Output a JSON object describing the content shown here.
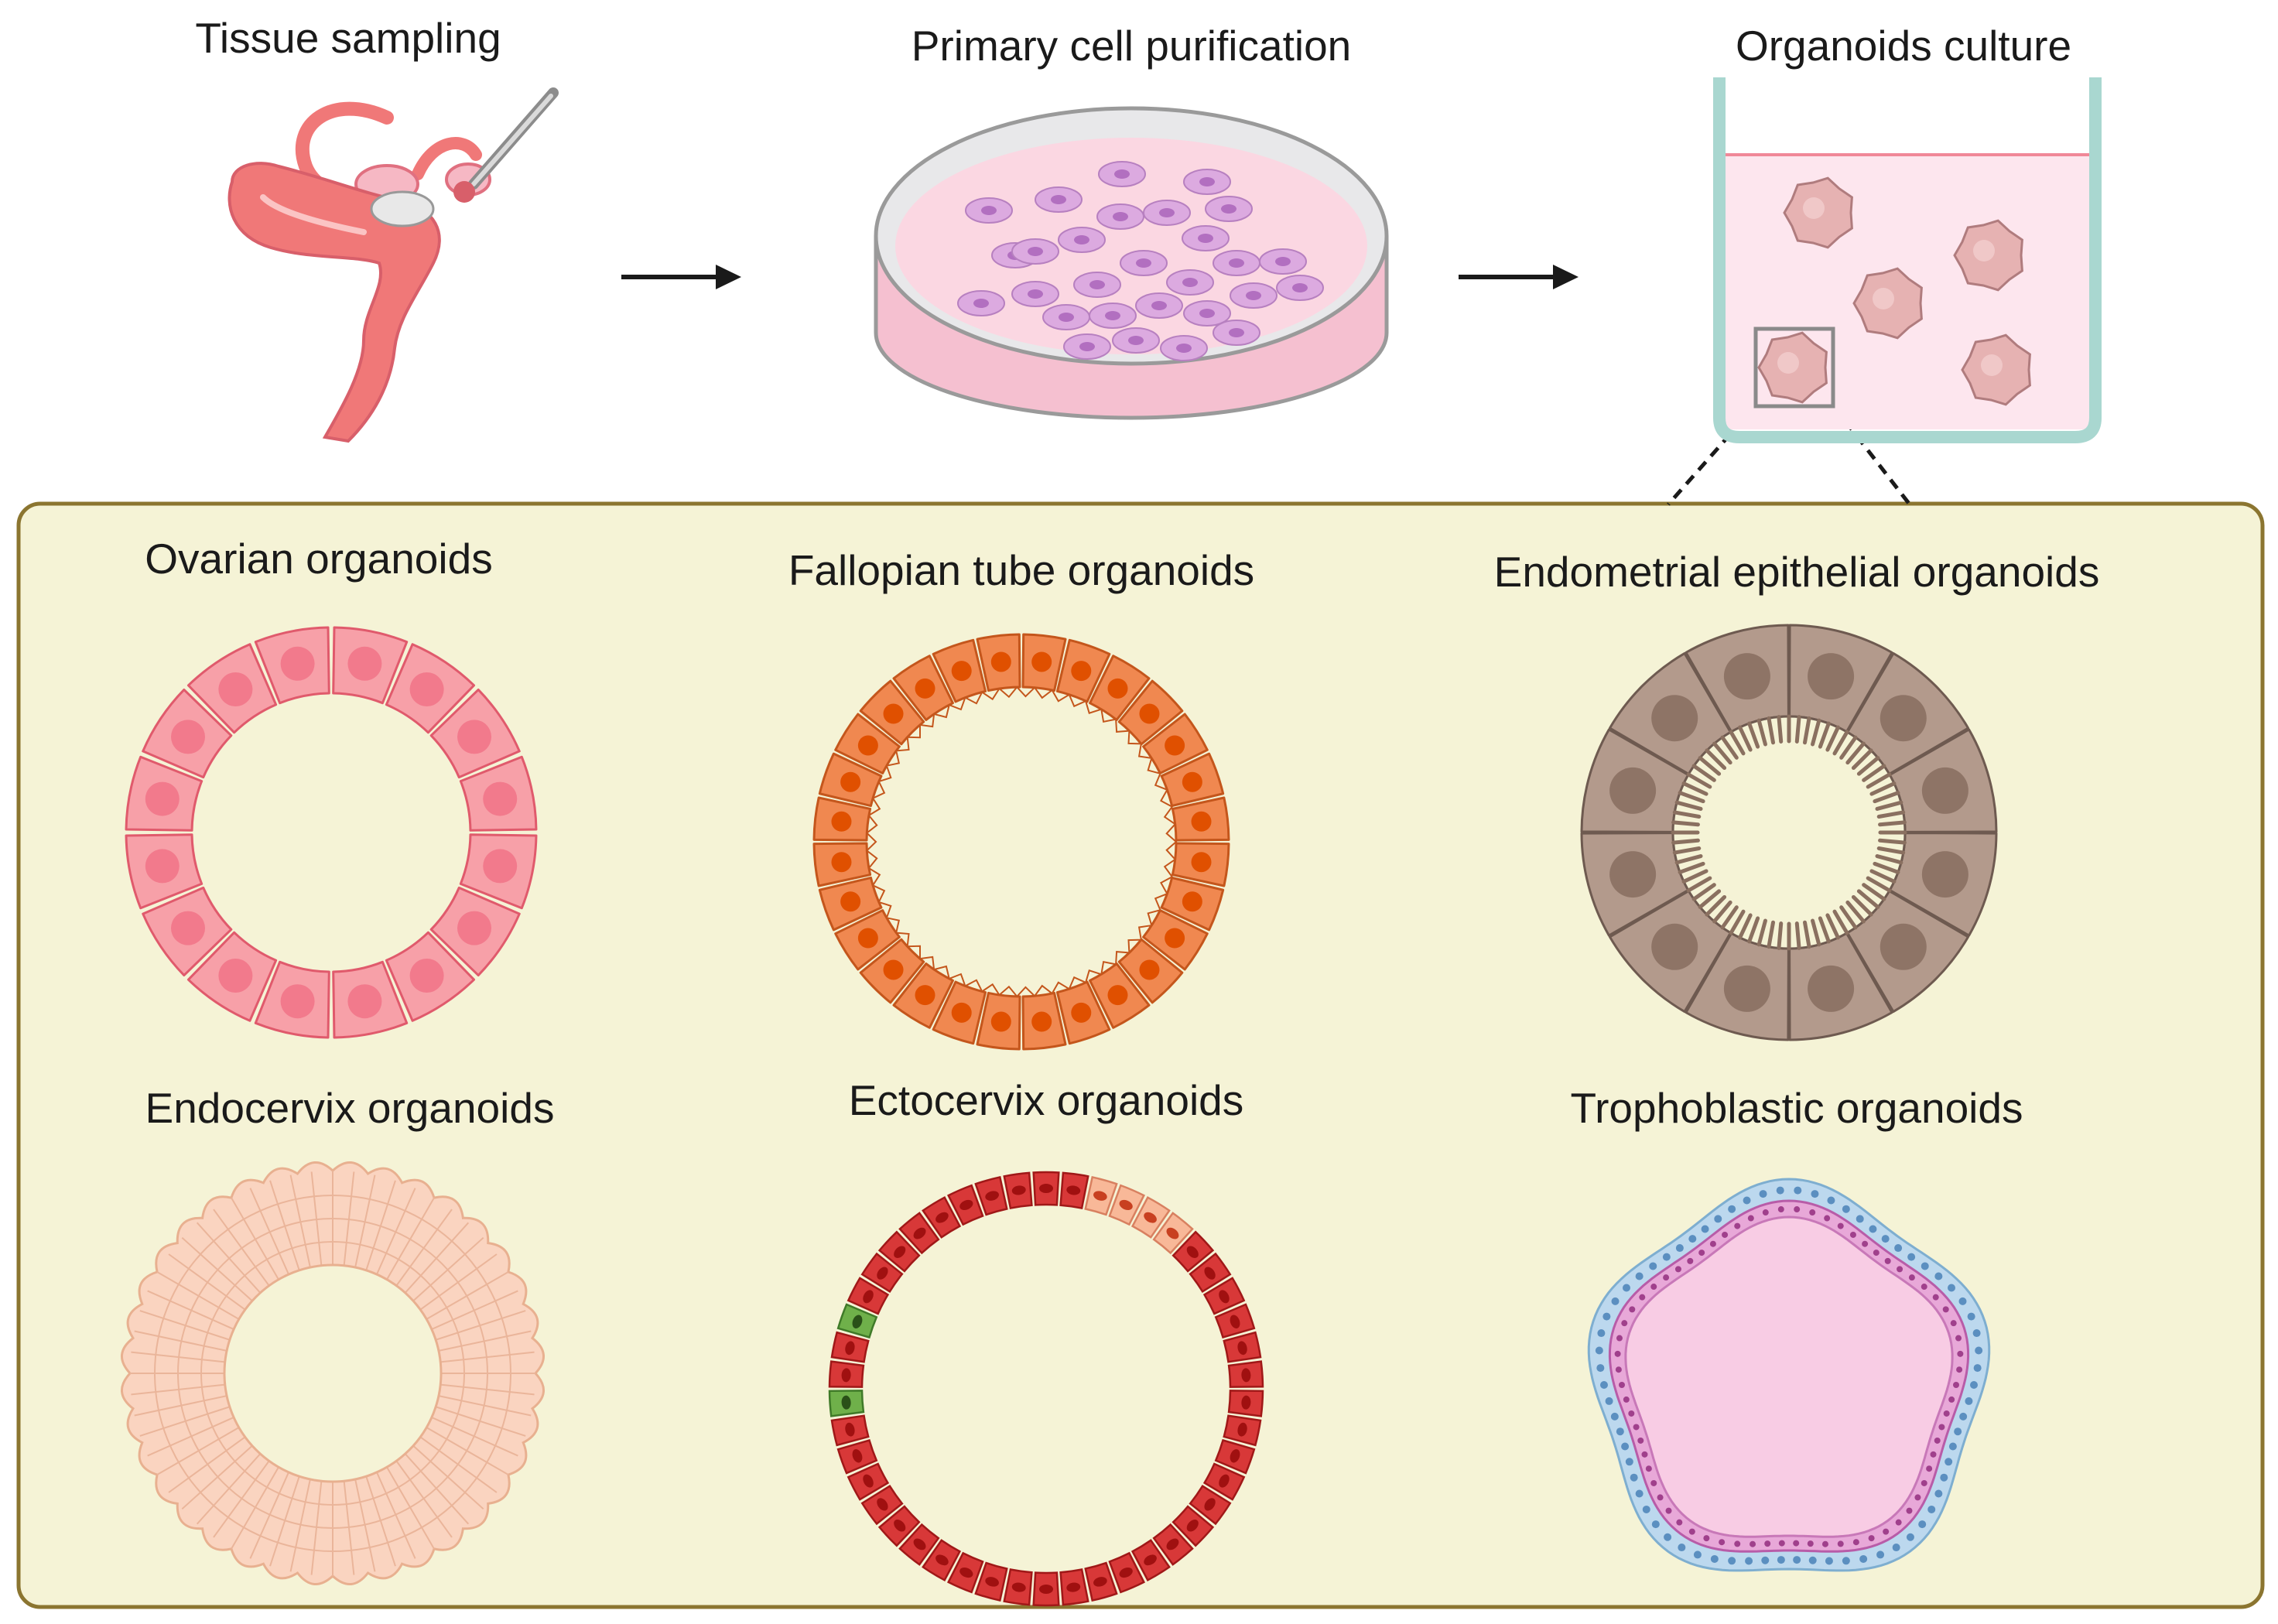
{
  "steps": [
    {
      "label": "Tissue sampling"
    },
    {
      "label": "Primary cell purification"
    },
    {
      "label": "Organoids culture"
    }
  ],
  "organoids": [
    {
      "label": "Ovarian organoids"
    },
    {
      "label": "Fallopian tube organoids"
    },
    {
      "label": "Endometrial epithelial organoids"
    },
    {
      "label": "Endocervix organoids"
    },
    {
      "label": "Ectocervix organoids"
    },
    {
      "label": "Trophoblastic organoids"
    }
  ],
  "colors": {
    "panel_fill": "#f5f3d6",
    "panel_border": "#8b7530",
    "ovarian": "#f7a0a8",
    "fallopian": "#f08850",
    "endometrial": "#b39a8c",
    "endocervix": "#fad4c0",
    "ectocervix": "#d83838",
    "trophoblast_outer": "#bcd8ee",
    "trophoblast_inner": "#e8a8d8",
    "uterus": "#f07878",
    "dish_medium": "#f9cad8",
    "cell_purple": "#dcaae0"
  }
}
